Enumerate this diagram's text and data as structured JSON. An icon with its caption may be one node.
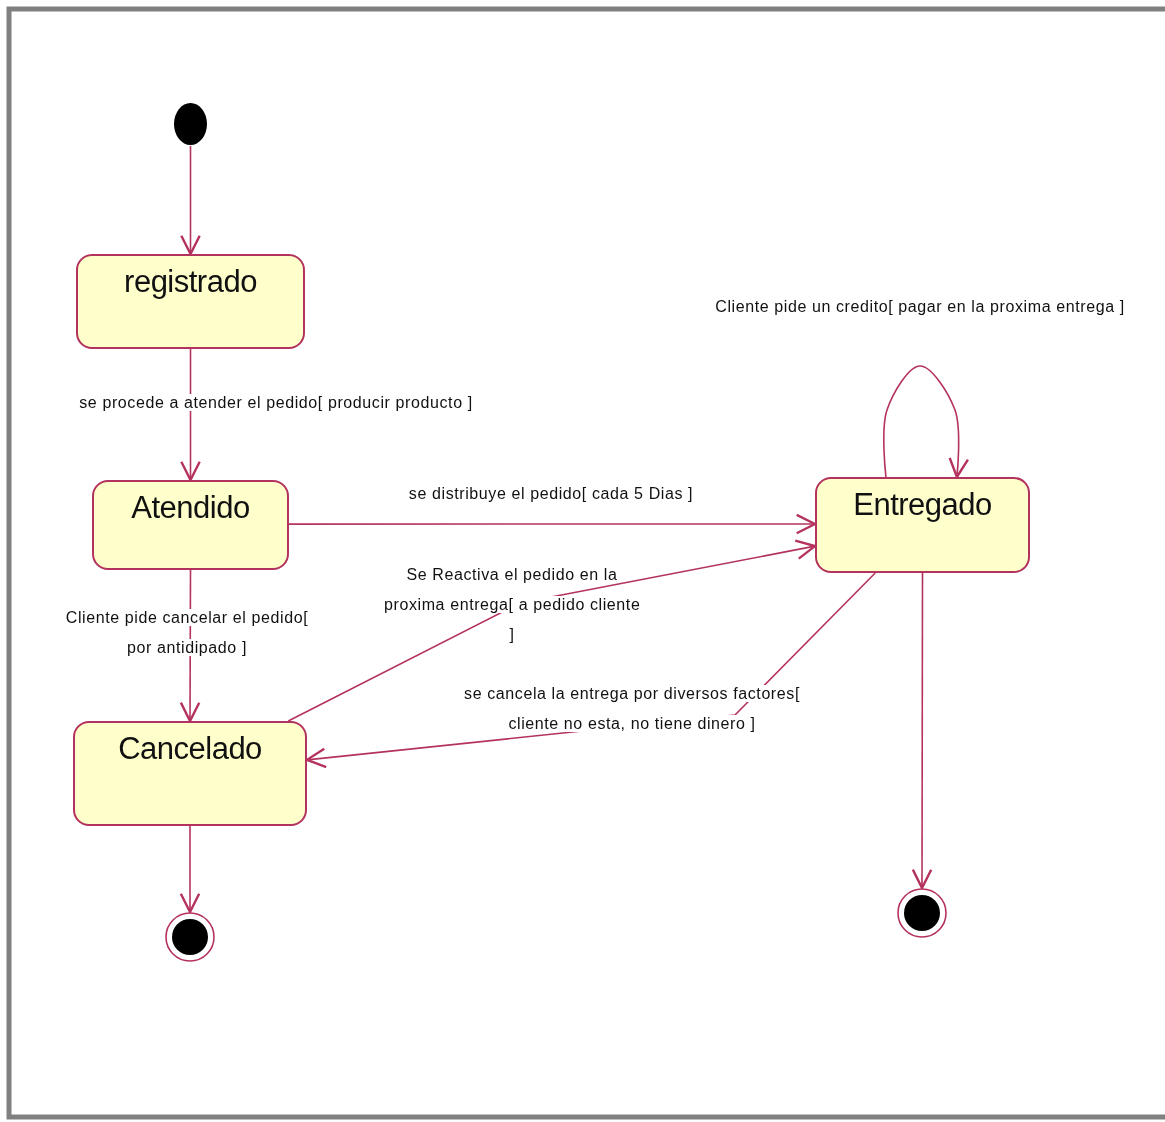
{
  "diagram": {
    "nodes": [
      {
        "text": [],
        "shape": "circle"
      },
      {
        "text": [
          "registrado"
        ]
      },
      {
        "text": [
          "Atendido"
        ]
      },
      {
        "text": [
          "Entregado"
        ]
      },
      {
        "text": [
          "Cancelado"
        ]
      },
      {
        "text": [],
        "shape": "circle"
      },
      {
        "text": [],
        "shape": "circle"
      }
    ],
    "edges": [
      {
        "from": 0,
        "to": 1,
        "arrow": "to"
      },
      {
        "from": 1,
        "to": 2,
        "arrow": "to",
        "label": "se procede a atender el pedido[ producir producto ]"
      },
      {
        "from": 2,
        "to": 3,
        "arrow": "to",
        "label": "se distribuye el pedido[ cada 5 Dias ]"
      },
      {
        "from": 3,
        "to": 3,
        "arrow": "to",
        "label": "Cliente pide un credito[ pagar en la proxima entrega ]"
      },
      {
        "from": 2,
        "to": 4,
        "arrow": "to",
        "label": "Cliente pide cancelar el pedido[ por antidipado ]"
      },
      {
        "from": 4,
        "to": 3,
        "arrow": "to",
        "label": "Se Reactiva el pedido en la proxima entrega[ a pedido cliente ]"
      },
      {
        "from": 3,
        "to": 4,
        "arrow": "to",
        "label": "se cancela la entrega por diversos factores[ cliente no esta, no tiene dinero ]"
      },
      {
        "from": 4,
        "to": 5,
        "arrow": "to"
      },
      {
        "from": 3,
        "to": 6,
        "arrow": "to"
      }
    ]
  }
}
